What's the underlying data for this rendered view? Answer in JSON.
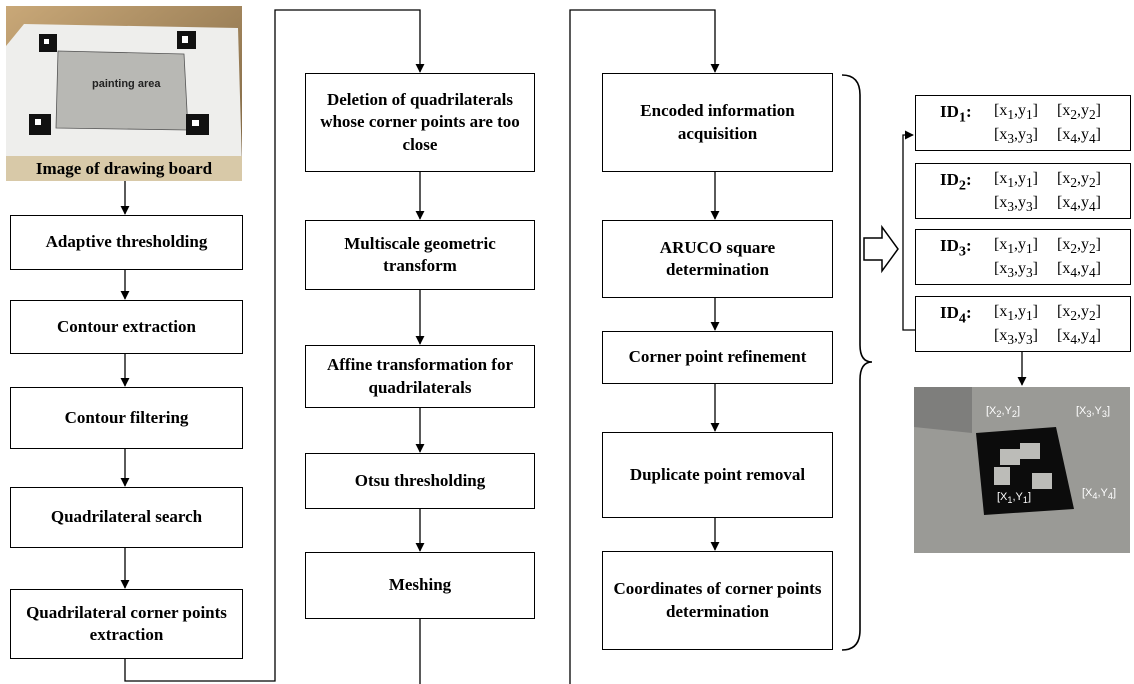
{
  "drawing_board": {
    "caption": "Image of drawing board",
    "painting_area_label": "painting area"
  },
  "column1": [
    "Adaptive thresholding",
    "Contour extraction",
    "Contour filtering",
    "Quadrilateral search",
    "Quadrilateral corner points extraction"
  ],
  "column2": [
    "Deletion of quadrilaterals whose corner points are too close",
    "Multiscale geometric transform",
    "Affine transformation for quadrilaterals",
    "Otsu thresholding",
    "Meshing"
  ],
  "column3": [
    "Encoded information acquisition",
    "ARUCO square determination",
    "Corner point refinement",
    "Duplicate point removal",
    "Coordinates of corner points determination"
  ],
  "id_boxes": [
    {
      "label": "ID1",
      "label_base": "ID",
      "label_sub": "1"
    },
    {
      "label": "ID2",
      "label_base": "ID",
      "label_sub": "2"
    },
    {
      "label": "ID3",
      "label_base": "ID",
      "label_sub": "3"
    },
    {
      "label": "ID4",
      "label_base": "ID",
      "label_sub": "4"
    }
  ],
  "coords": [
    {
      "a": "x",
      "sa": "1",
      "b": "y",
      "sb": "1"
    },
    {
      "a": "x",
      "sa": "2",
      "b": "y",
      "sb": "2"
    },
    {
      "a": "x",
      "sa": "3",
      "b": "y",
      "sb": "3"
    },
    {
      "a": "x",
      "sa": "4",
      "b": "y",
      "sb": "4"
    }
  ],
  "marker_photo": {
    "labels": [
      {
        "a": "X",
        "sa": "2",
        "b": "Y",
        "sb": "2"
      },
      {
        "a": "X",
        "sa": "3",
        "b": "Y",
        "sb": "3"
      },
      {
        "a": "X",
        "sa": "1",
        "b": "Y",
        "sb": "1"
      },
      {
        "a": "X",
        "sa": "4",
        "b": "Y",
        "sb": "4"
      }
    ]
  },
  "colors": {
    "line": "#000000",
    "marker_photo_bg": "#9a9a96",
    "board_bg": "#e8e8e6"
  }
}
